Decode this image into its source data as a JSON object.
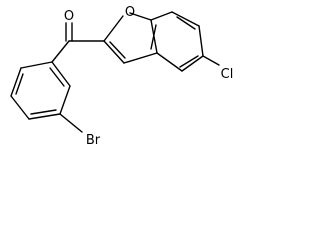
{
  "molecule": {
    "atoms": {
      "oxygen_carbonyl": "O",
      "oxygen_ring": "O",
      "chlorine": "Cl",
      "bromine": "Br"
    }
  }
}
